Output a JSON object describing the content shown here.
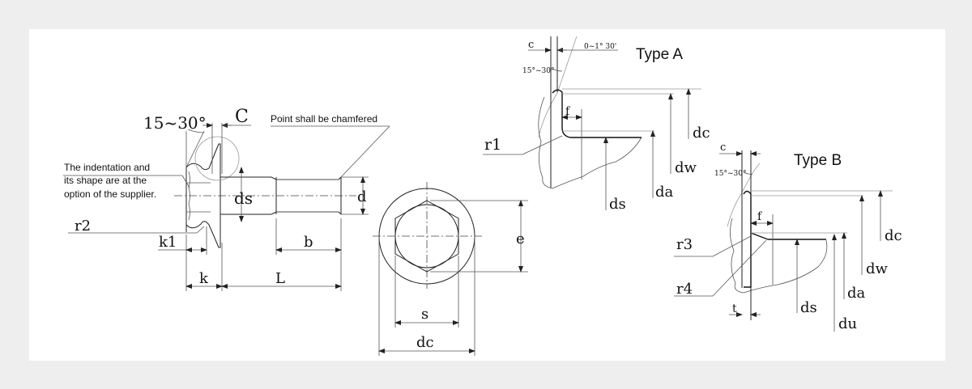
{
  "figure": {
    "title": "Carriage bolt / flange screw technical drawing",
    "background_color": "#eeeeee",
    "panel_color": "#ffffff"
  },
  "side_view": {
    "angle_label": "15~30°",
    "c_label": "C",
    "note_point": "Point shall be chamfered",
    "note_indentation_line1": "The indentation and",
    "note_indentation_line2": "its shape are at the",
    "note_indentation_line3": "option of the supplier.",
    "r2_label": "r2",
    "k1_label": "k1",
    "k_label": "k",
    "L_label": "L",
    "b_label": "b",
    "ds_label": "ds",
    "d_label": "d"
  },
  "top_view": {
    "e_label": "e",
    "s_label": "s",
    "dc_label": "dc"
  },
  "type_a": {
    "title": "Type A",
    "c_label": "c",
    "angle_small": "0~1° 30'",
    "angle_label": "15°~30°",
    "f_label": "f",
    "r1_label": "r1",
    "dc_label": "dc",
    "dw_label": "dw",
    "da_label": "da",
    "ds_label": "ds"
  },
  "type_b": {
    "title": "Type B",
    "c_label": "c",
    "angle_label": "15°~30°",
    "f_label": "f",
    "r3_label": "r3",
    "r4_label": "r4",
    "t_label": "t",
    "dc_label": "dc",
    "dw_label": "dw",
    "da_label": "da",
    "ds_label": "ds",
    "du_label": "du"
  }
}
